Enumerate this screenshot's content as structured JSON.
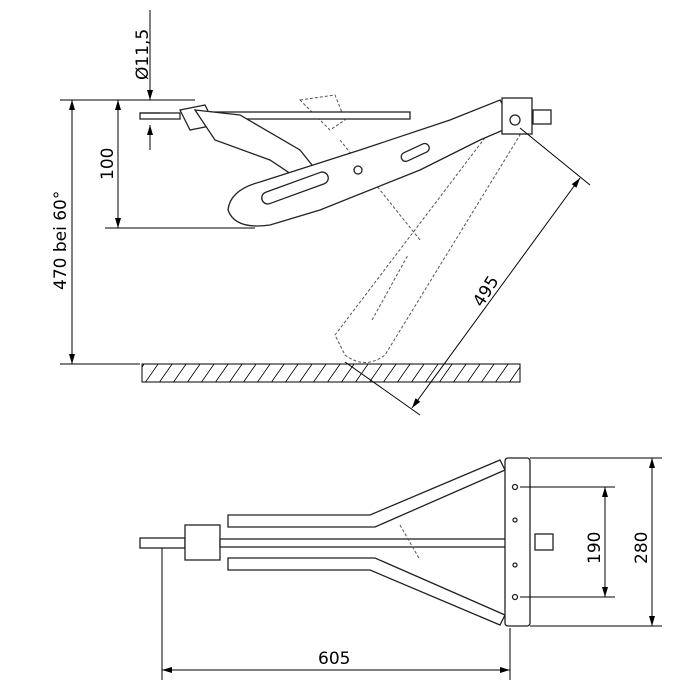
{
  "drawing": {
    "side_view": {
      "pin_diameter": "Ø11,5",
      "arm_offset": "100",
      "height": "470 bei 60°",
      "arm_length": "495"
    },
    "top_view": {
      "total_length": "605",
      "hole_spacing": "190",
      "plate_width": "280"
    }
  }
}
